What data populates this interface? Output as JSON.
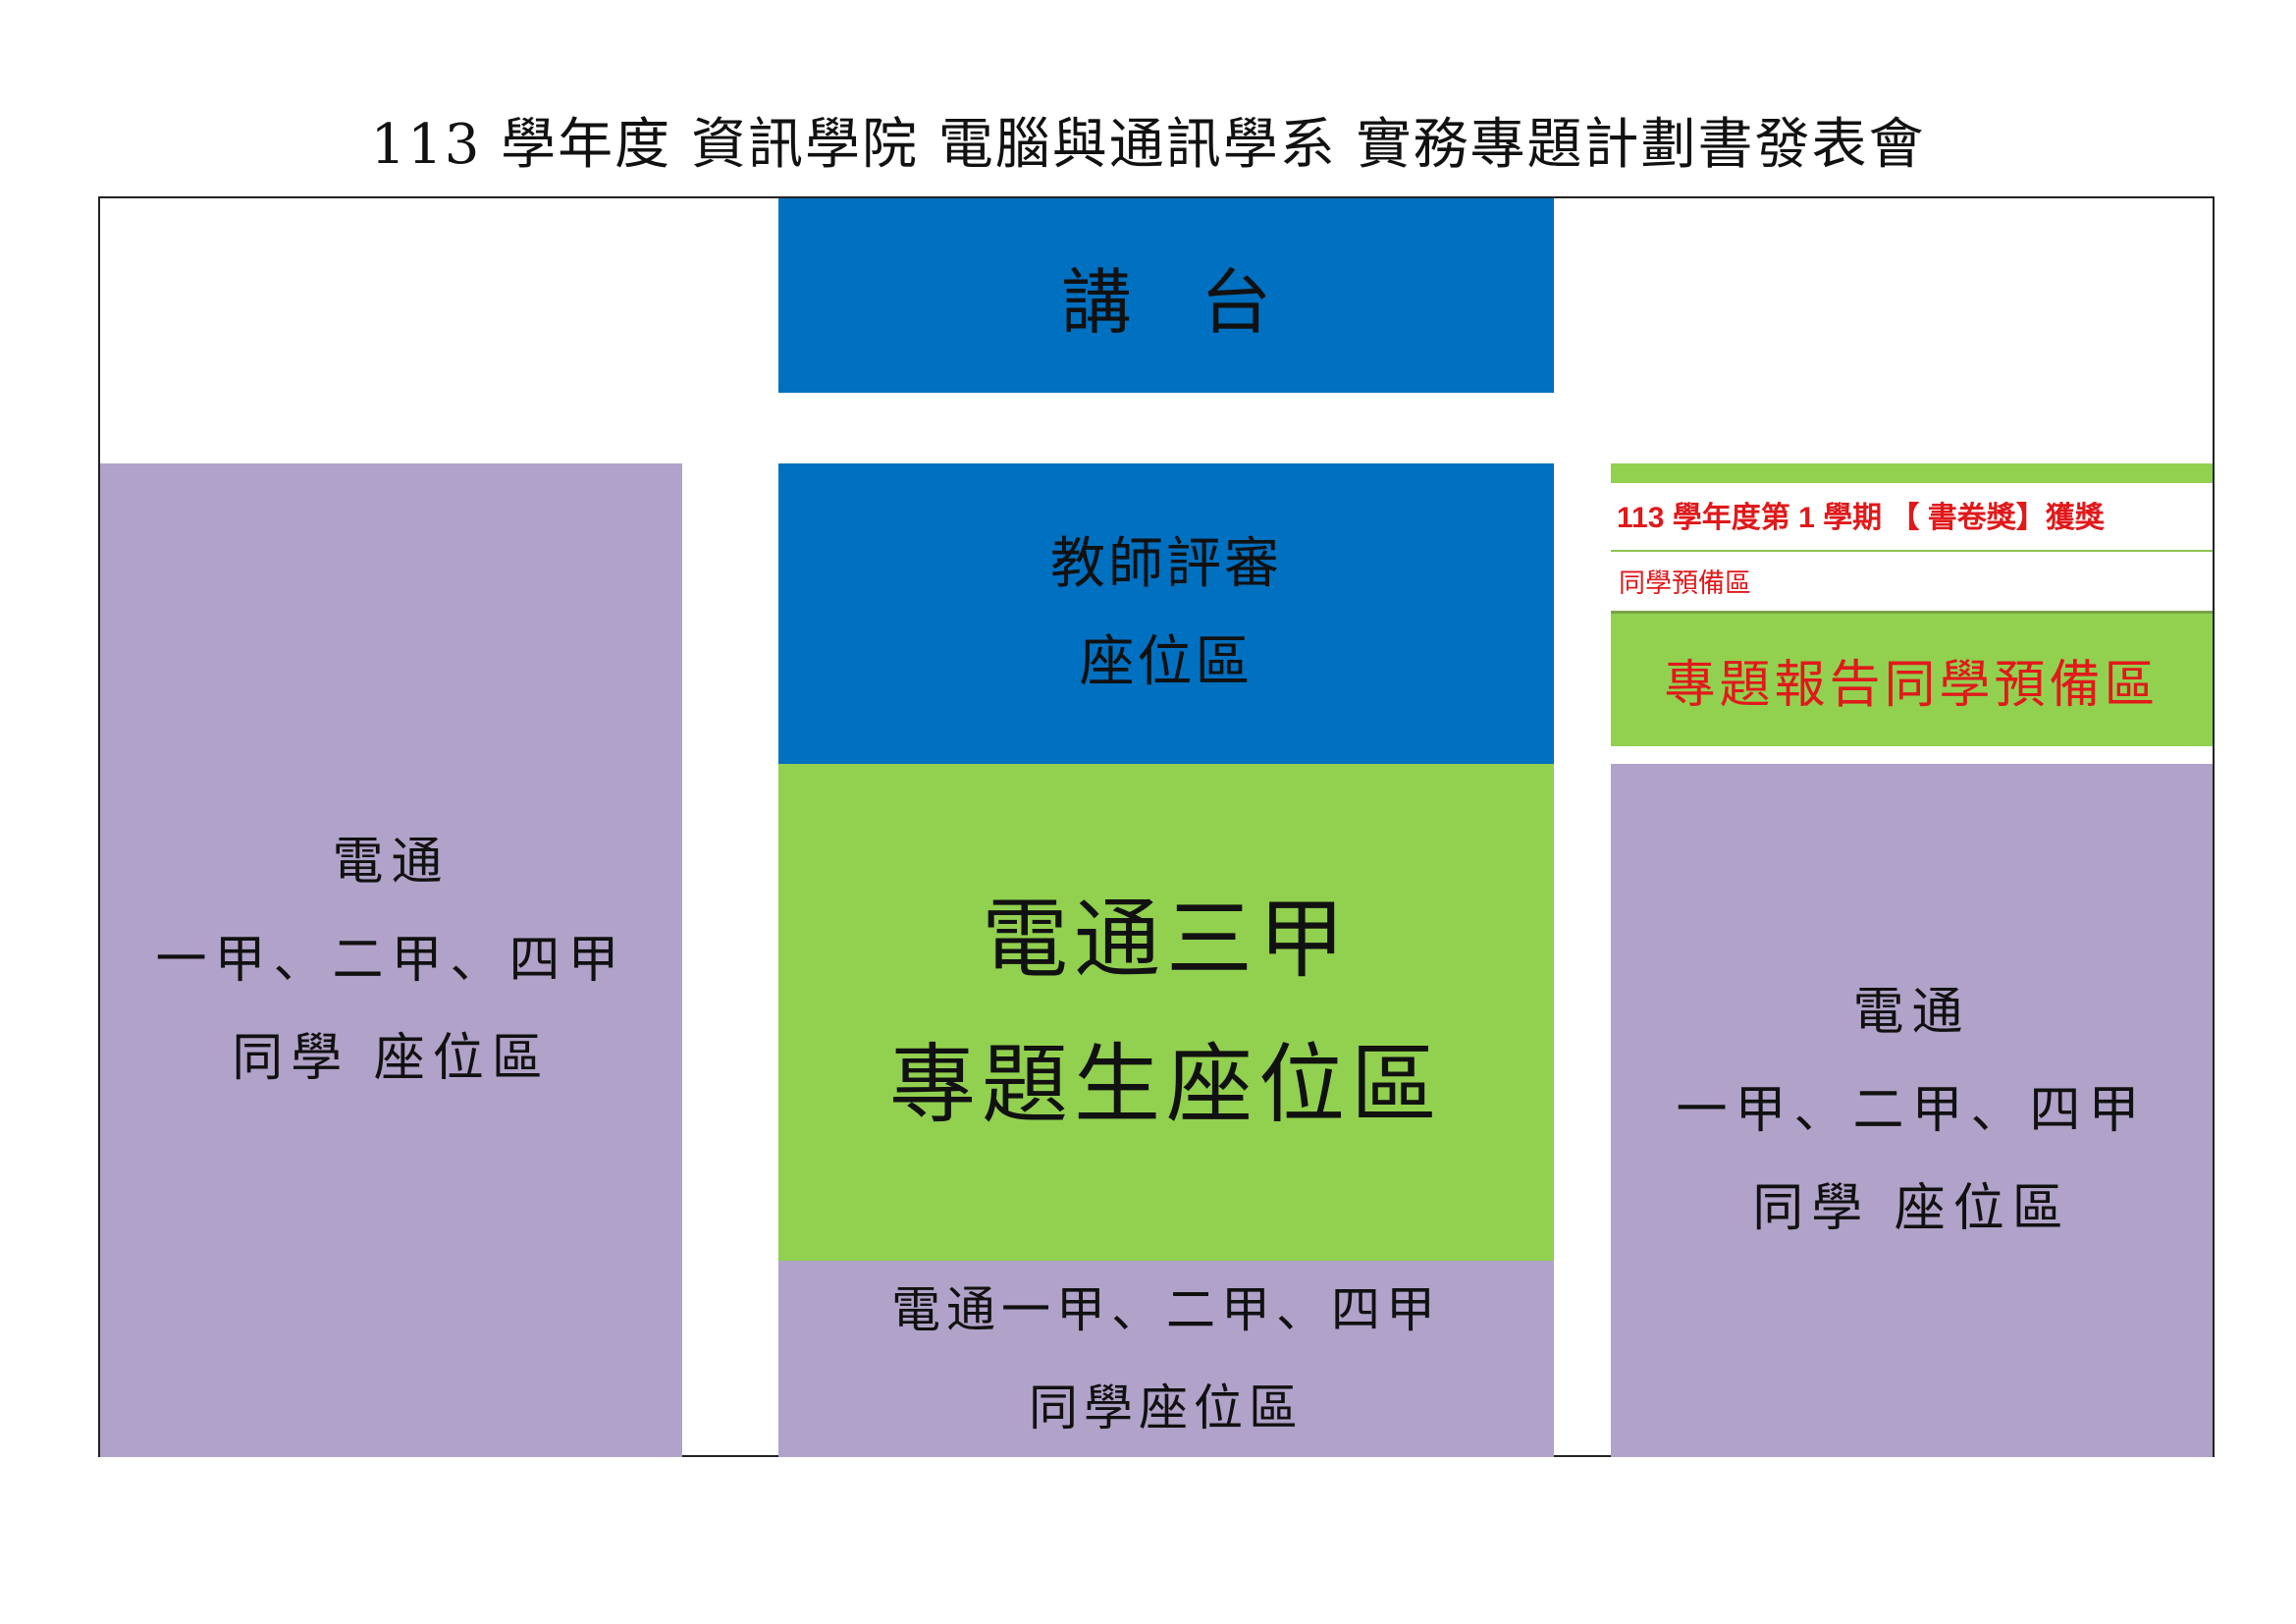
{
  "title": "113 學年度  資訊學院  電腦與通訊學系  實務專題計劃書發表會",
  "podium": {
    "label": "講台"
  },
  "teacher_area": {
    "line1": "教師評審",
    "line2": "座位區"
  },
  "project_area": {
    "line1": "電通三甲",
    "line2": "專題生座位區"
  },
  "bottom_center_area": {
    "line1": "電通一甲、二甲、四甲",
    "line2": "同學座位區"
  },
  "left_area": {
    "line1": "電通",
    "line2": "一甲、二甲、四甲",
    "line3": "同學  座位區"
  },
  "right_area": {
    "line1": "電通",
    "line2": "一甲、二甲、四甲",
    "line3": "同學  座位區"
  },
  "award_area": {
    "title": "113 學年度第 1 學期  【  書卷獎】獲獎",
    "subtitle": "同學預備區"
  },
  "prep_area": {
    "label": "專題報告同學預備區"
  },
  "colors": {
    "blue": "#0070c0",
    "purple": "#b0a2c8",
    "green": "#92d050",
    "red_text": "#e0191b"
  }
}
